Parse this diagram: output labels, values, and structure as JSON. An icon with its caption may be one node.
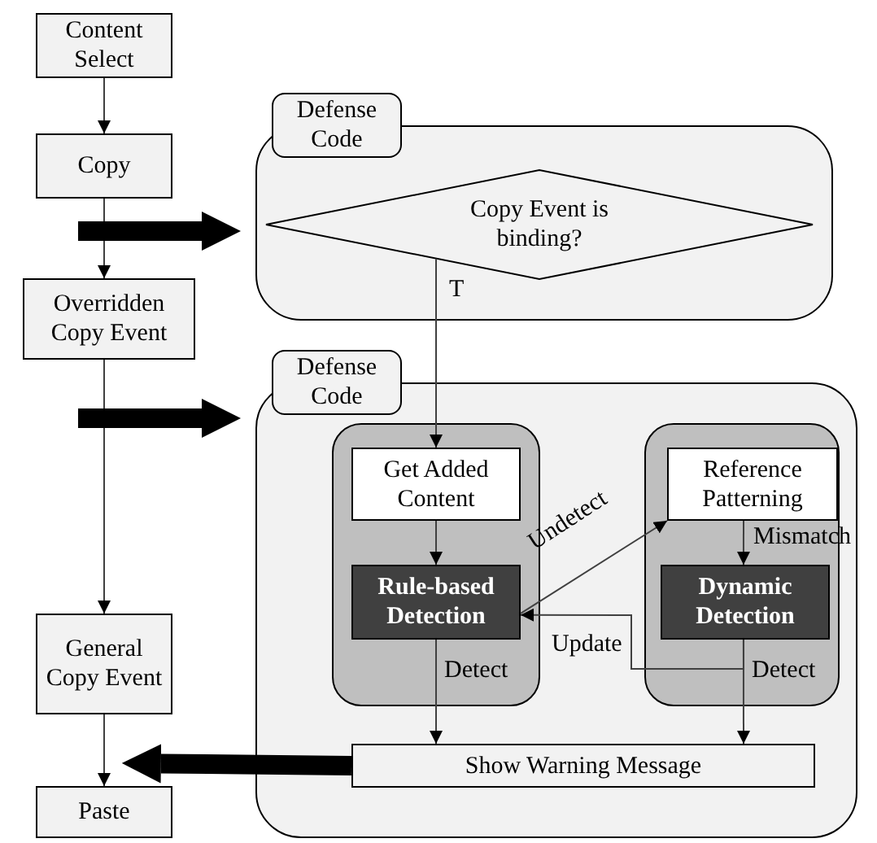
{
  "diagram": {
    "nodes": [
      {
        "text": [
          "Content Select"
        ]
      },
      {
        "text": [
          "Copy"
        ]
      },
      {
        "text": [
          "Overridden Copy Event"
        ]
      },
      {
        "text": [
          "General Copy Event"
        ]
      },
      {
        "text": [
          "Paste"
        ]
      },
      {
        "text": [
          "Defense Code"
        ]
      },
      {
        "text": [],
        "shape": "box"
      },
      {
        "text": [
          "Copy Event is binding?"
        ],
        "in": 6
      },
      {
        "text": [
          "Defense Code"
        ]
      },
      {
        "text": [],
        "shape": "box"
      },
      {
        "text": [],
        "shape": "box",
        "in": 9
      },
      {
        "text": [
          "Get Added Content"
        ],
        "in": 10
      },
      {
        "text": [
          "Rule-based Detection"
        ],
        "in": 10
      },
      {
        "text": [],
        "shape": "box",
        "in": 9
      },
      {
        "text": [
          "Reference Patterning"
        ],
        "in": 13
      },
      {
        "text": [
          "Dynamic Detection"
        ],
        "in": 13
      },
      {
        "text": [
          "Show Warning Message"
        ],
        "in": 9
      }
    ],
    "edges": [
      {
        "from": 0,
        "to": 1,
        "arrow": "to"
      },
      {
        "from": 1,
        "to": 2,
        "arrow": "to"
      },
      {
        "from": 2,
        "to": 3,
        "arrow": "to"
      },
      {
        "from": 3,
        "to": 4,
        "arrow": "to"
      },
      {
        "from": null,
        "to": 6,
        "arrow": "to",
        "style": "thick"
      },
      {
        "from": null,
        "to": 9,
        "arrow": "to",
        "style": "thick"
      },
      {
        "from": 16,
        "to": 4,
        "arrow": "to",
        "style": "thick"
      },
      {
        "from": 7,
        "to": 11,
        "arrow": "to",
        "label": "T"
      },
      {
        "from": 11,
        "to": 12,
        "arrow": "to"
      },
      {
        "from": 12,
        "to": 14,
        "arrow": "to",
        "label": "Undetect"
      },
      {
        "from": 14,
        "to": 15,
        "arrow": "to",
        "label": "Mismatch"
      },
      {
        "from": 15,
        "to": 12,
        "arrow": "to",
        "label": "Update"
      },
      {
        "from": 12,
        "to": 16,
        "arrow": "to",
        "label": "Detect"
      },
      {
        "from": 15,
        "to": 16,
        "arrow": "to",
        "label": "Detect"
      }
    ]
  }
}
